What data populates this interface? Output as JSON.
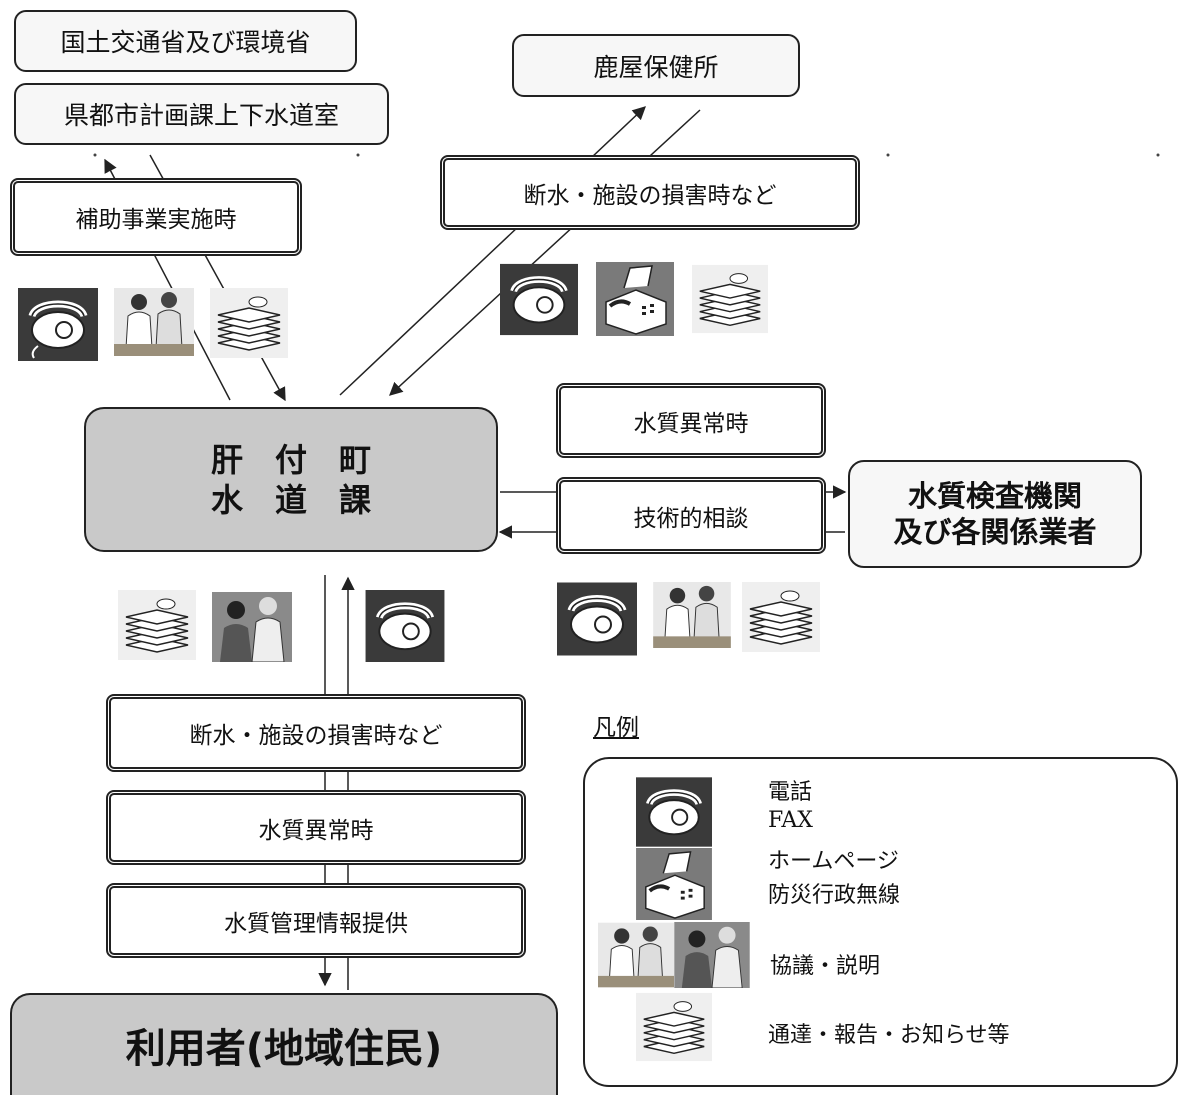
{
  "agencies": {
    "mlit_moe": "国土交通省及び環境省",
    "prefecture": "県都市計画課上下水道室",
    "health_center": "鹿屋保健所"
  },
  "labels": {
    "subsidy": "補助事業実施時",
    "outage_top": "断水・施設の損害時など",
    "water_quality_abnormal_right": "水質異常時",
    "technical_consult": "技術的相談",
    "outage_bottom": "断水・施設の損害時など",
    "water_quality_abnormal_bottom": "水質異常時",
    "quality_info": "水質管理情報提供"
  },
  "center": {
    "line1": "肝　付　町",
    "line2": "水　道　課"
  },
  "inspection": {
    "line1": "水質検査機関",
    "line2": "及び各関係業者"
  },
  "users": "利用者(地域住民)",
  "legend": {
    "title": "凡例",
    "items": [
      "電話",
      "FAX",
      "ホームページ",
      "防災行政無線",
      "協議・説明",
      "通達・報告・お知らせ等"
    ]
  },
  "icons": {
    "phone": "phone-icon",
    "fax": "fax-icon",
    "meeting": "meeting-icon",
    "documents": "documents-icon"
  }
}
